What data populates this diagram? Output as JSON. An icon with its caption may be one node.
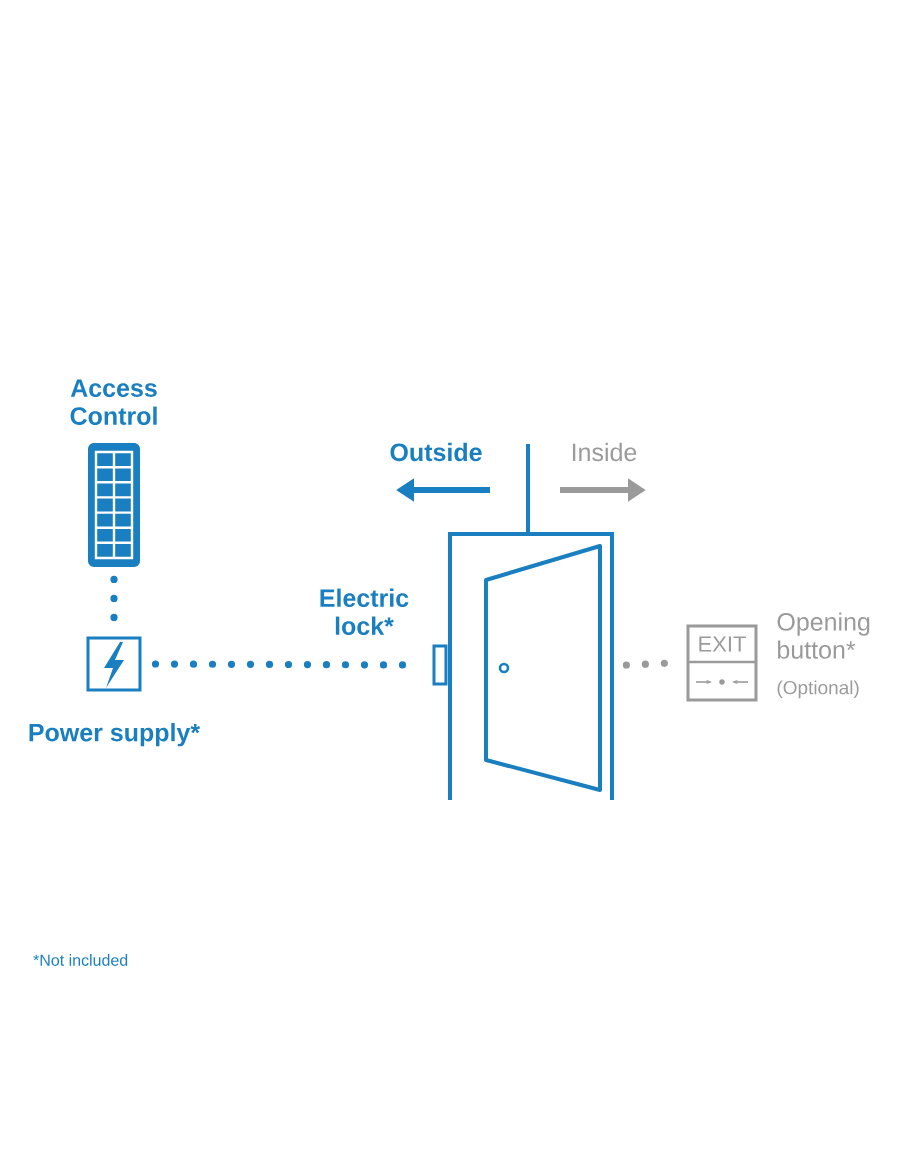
{
  "diagram": {
    "nodes": [
      {
        "text": [
          "Access Control"
        ]
      },
      {
        "text": [
          "Power supply*"
        ]
      },
      {
        "text": [
          "Electric lock*"
        ]
      },
      {
        "text": [],
        "shape": "door"
      },
      {
        "text": [
          "EXIT"
        ],
        "beside": [
          "Opening button*",
          "(Optional)"
        ]
      }
    ],
    "edges": [
      {
        "from": 0,
        "to": 1,
        "arrow": "none"
      },
      {
        "from": 1,
        "to": 2,
        "arrow": "none"
      },
      {
        "from": 3,
        "to": 4,
        "arrow": "none",
        "color": "#9a9a9a"
      }
    ],
    "labels": [
      "Outside",
      "Inside",
      "*Not included"
    ]
  }
}
